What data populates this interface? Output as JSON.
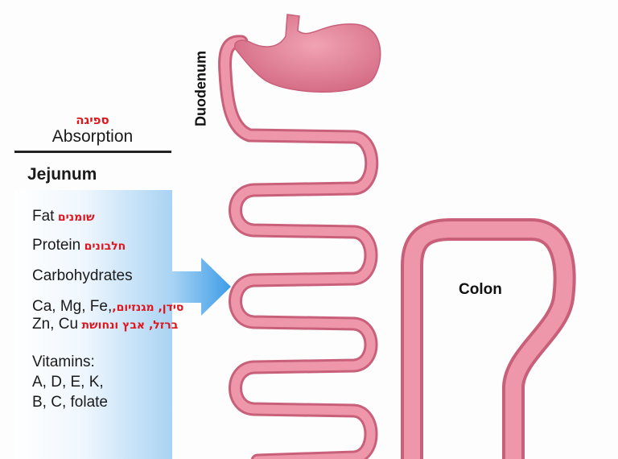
{
  "heading": {
    "hebrew": "ספיגה",
    "english": "Absorption"
  },
  "section": "Jejunum",
  "nutrients": [
    {
      "english": "Fat",
      "hebrew": "שומנים"
    },
    {
      "english": "Protein",
      "hebrew": "חלבונים"
    },
    {
      "english": "Carbohydrates"
    },
    {
      "english_line1": "Ca, Mg, Fe,",
      "english_line2": "Zn, Cu",
      "hebrew_line1": "סידן, מגנזיום,",
      "hebrew_line2": "ברזל, אבץ ונחושת"
    },
    {
      "line1": "Vitamins:",
      "line2": "A, D, E, K,",
      "line3": "B, C, folate"
    }
  ],
  "labels": {
    "duodenum": "Duodenum",
    "colon": "Colon"
  },
  "colors": {
    "tube": "#e98a9e",
    "tube_edge": "#c9607a",
    "arrow": "#4ea7ea",
    "hebrew": "#e0161e"
  }
}
